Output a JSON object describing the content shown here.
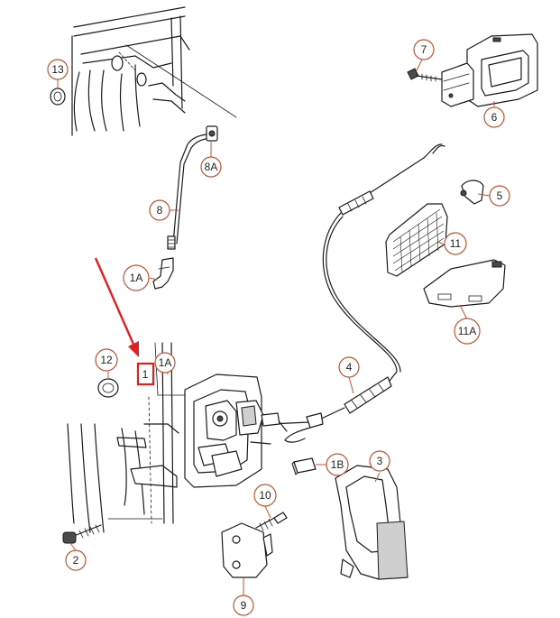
{
  "diagram": {
    "callouts": [
      {
        "id": "c13",
        "label": "13"
      },
      {
        "id": "c7",
        "label": "7"
      },
      {
        "id": "c6",
        "label": "6"
      },
      {
        "id": "c8A",
        "label": "8A"
      },
      {
        "id": "c8",
        "label": "8"
      },
      {
        "id": "c5",
        "label": "5"
      },
      {
        "id": "c11",
        "label": "11"
      },
      {
        "id": "c1A_top",
        "label": "1A"
      },
      {
        "id": "c11A",
        "label": "11A"
      },
      {
        "id": "c12",
        "label": "12"
      },
      {
        "id": "c1A_mid",
        "label": "1A"
      },
      {
        "id": "c4",
        "label": "4"
      },
      {
        "id": "c1B",
        "label": "1B"
      },
      {
        "id": "c3",
        "label": "3"
      },
      {
        "id": "c10",
        "label": "10"
      },
      {
        "id": "c2",
        "label": "2"
      },
      {
        "id": "c9",
        "label": "9"
      }
    ],
    "highlight_label": "1",
    "colors": {
      "callout": "#c0562f",
      "arrow": "#e02020",
      "highlight": "#e02020",
      "ink": "#1a1a1a"
    }
  }
}
